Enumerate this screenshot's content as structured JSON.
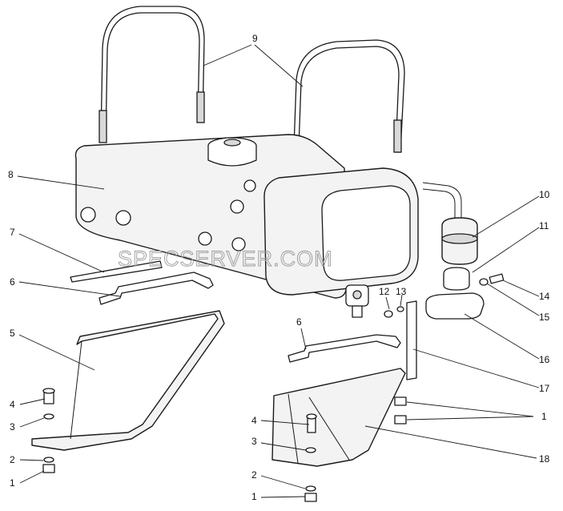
{
  "watermark": "SPECSERVER.COM",
  "callouts": [
    {
      "id": "c9",
      "label": "9"
    },
    {
      "id": "c8",
      "label": "8"
    },
    {
      "id": "c7",
      "label": "7"
    },
    {
      "id": "c6a",
      "label": "6"
    },
    {
      "id": "c5",
      "label": "5"
    },
    {
      "id": "c4a",
      "label": "4"
    },
    {
      "id": "c3a",
      "label": "3"
    },
    {
      "id": "c2a",
      "label": "2"
    },
    {
      "id": "c1a",
      "label": "1"
    },
    {
      "id": "c10",
      "label": "10"
    },
    {
      "id": "c11",
      "label": "11"
    },
    {
      "id": "c12",
      "label": "12"
    },
    {
      "id": "c13",
      "label": "13"
    },
    {
      "id": "c14",
      "label": "14"
    },
    {
      "id": "c15",
      "label": "15"
    },
    {
      "id": "c16",
      "label": "16"
    },
    {
      "id": "c6b",
      "label": "6"
    },
    {
      "id": "c17",
      "label": "17"
    },
    {
      "id": "c1b",
      "label": "1"
    },
    {
      "id": "c18",
      "label": "18"
    },
    {
      "id": "c4b",
      "label": "4"
    },
    {
      "id": "c3b",
      "label": "3"
    },
    {
      "id": "c2b",
      "label": "2"
    },
    {
      "id": "c1c",
      "label": "1"
    }
  ]
}
